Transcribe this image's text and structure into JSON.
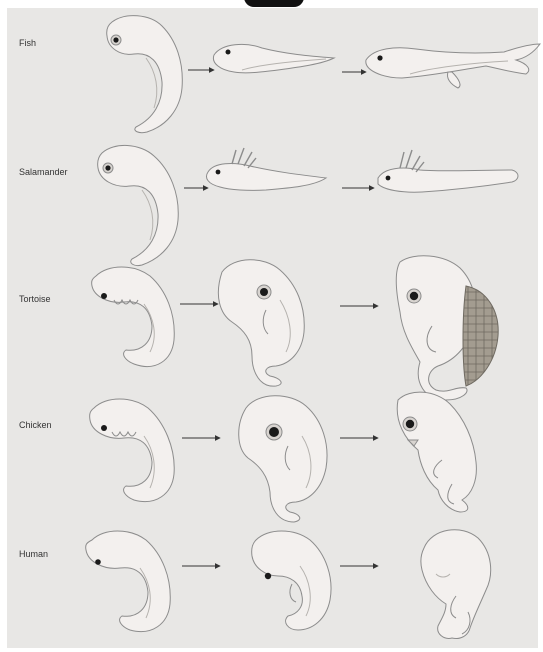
{
  "figure": {
    "rows": [
      {
        "label": "Fish"
      },
      {
        "label": "Salamander"
      },
      {
        "label": "Tortoise"
      },
      {
        "label": "Chicken"
      },
      {
        "label": "Human"
      }
    ]
  },
  "colors": {
    "background": "#e8e7e5",
    "embryo_fill": "#f3f0ee",
    "embryo_stroke": "#8c8c8c",
    "shell": "#9a9387",
    "eye": "#1a1a1a",
    "arrow": "#333333"
  }
}
